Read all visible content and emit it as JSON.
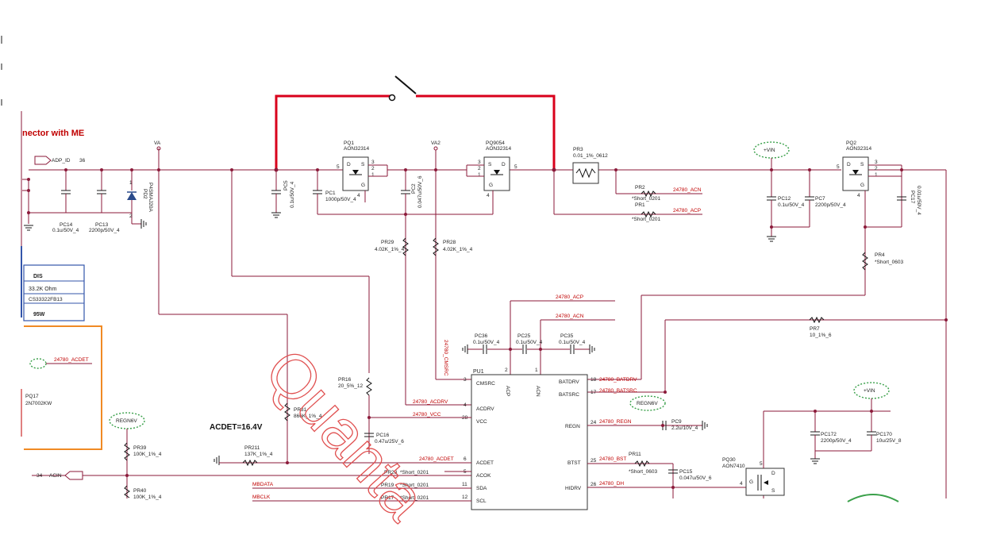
{
  "header": {
    "connector_note": "nector with ME"
  },
  "spec_box": {
    "title": "DIS",
    "resistor": "33.2K Ohm",
    "part": "CS33322FB13",
    "watt": "95W"
  },
  "acdet_note": "ACDET=16.4V",
  "watermark": "Quanta",
  "nets": {
    "va": "VA",
    "va2": "VA2",
    "vin": "+VIN",
    "regn": "REGN6V",
    "adp_id": "ADP_ID",
    "acin": "ACIN",
    "pin36": "36",
    "pin34": "34",
    "acn": "24780_ACN",
    "acp": "24780_ACP",
    "cmsrc": "24780_CMSRC",
    "acdrv": "24780_ACDRV",
    "vcc": "24780_VCC",
    "acdet": "24780_ACDET",
    "acdet_small": "24780_ACDET",
    "batdrv": "24780_BATDRV",
    "batsrc": "24780_BATSRC",
    "regn_net": "24780_REGN",
    "bst": "24780_BST",
    "dh": "24780_DH",
    "mbdata": "MBDATA",
    "mbclk": "MBCLK"
  },
  "parts": {
    "pq1": {
      "ref": "PQ1",
      "val": "AON32314"
    },
    "pq9054": {
      "ref": "PQ9054",
      "val": "AON32314"
    },
    "pq2": {
      "ref": "PQ2",
      "val": "AON32314"
    },
    "pq17": {
      "ref": "PQ17",
      "val": "2N7002KW"
    },
    "pq30": {
      "ref": "PQ30",
      "val": "AON7410"
    },
    "pr3": {
      "ref": "PR3",
      "val": "0.01_1%_0612"
    },
    "pr2": {
      "ref": "PR2",
      "val": "*Short_0201"
    },
    "pr1": {
      "ref": "PR1",
      "val": "*Short_0201"
    },
    "pr29": {
      "ref": "PR29",
      "val": "4.02K_1%_4"
    },
    "pr28": {
      "ref": "PR28",
      "val": "4.02K_1%_4"
    },
    "pr4": {
      "ref": "PR4",
      "val": "*Short_0603"
    },
    "pr7": {
      "ref": "PR7",
      "val": "10_1%_6"
    },
    "pr16": {
      "ref": "PR16",
      "val": "20_5%_12"
    },
    "pr31": {
      "ref": "PR31",
      "val": "866K_1%_4"
    },
    "pr211": {
      "ref": "PR211",
      "val": "137K_1%_4"
    },
    "pr39": {
      "ref": "PR39",
      "val": "100K_1%_4"
    },
    "pr40": {
      "ref": "PR40",
      "val": "100K_1%_4"
    },
    "pr20": {
      "ref": "PR20",
      "val": "*Short_0201"
    },
    "pr19": {
      "ref": "PR19",
      "val": "*Short_0201"
    },
    "pr17": {
      "ref": "PR17",
      "val": "*Short_0201"
    },
    "pr11": {
      "ref": "PR11",
      "val": "*Short_0603"
    },
    "pc14": {
      "ref": "PC14",
      "val": "0.1u/50V_4"
    },
    "pc13": {
      "ref": "PC13",
      "val": "2200p/50V_4"
    },
    "pc5": {
      "ref": "PC5",
      "val": "0.1u/50V_4"
    },
    "pc1": {
      "ref": "PC1",
      "val": "1000p/50V_4"
    },
    "pc2": {
      "ref": "PC2",
      "val": "0.047u/50V_6"
    },
    "pc12": {
      "ref": "PC12",
      "val": "0.1u/50V_4"
    },
    "pc7": {
      "ref": "PC7",
      "val": "2200p/50V_4"
    },
    "pc17": {
      "ref": "PC17",
      "val": "0.01u/50V_4"
    },
    "pc36": {
      "ref": "PC36",
      "val": "0.1u/50V_4"
    },
    "pc25": {
      "ref": "PC25",
      "val": "0.1u/50V_4"
    },
    "pc35": {
      "ref": "PC35",
      "val": "0.1u/50V_4"
    },
    "pc16": {
      "ref": "PC16",
      "val": "0.47u/25V_6"
    },
    "pc9": {
      "ref": "PC9",
      "val": "2.2u/10V_4"
    },
    "pc15": {
      "ref": "PC15",
      "val": "0.047u/50V_6"
    },
    "pc172": {
      "ref": "PC172",
      "val": "2200p/50V_4"
    },
    "pc170": {
      "ref": "PC170",
      "val": "10u/25V_8"
    },
    "pd2": {
      "ref": "PD2",
      "val": "P4SMAJ20A"
    }
  },
  "ic": {
    "ref": "PU1",
    "pins_left": [
      {
        "name": "CMSRC",
        "num": "3"
      },
      {
        "name": "ACDRV",
        "num": "4"
      },
      {
        "name": "VCC",
        "num": "28"
      },
      {
        "name": "ACDET",
        "num": "6"
      },
      {
        "name": "ACOK",
        "num": "5"
      },
      {
        "name": "SDA",
        "num": "11"
      },
      {
        "name": "SCL",
        "num": "12"
      }
    ],
    "pins_top": [
      {
        "name": "ACP",
        "num": "2"
      },
      {
        "name": "ACN",
        "num": "1"
      }
    ],
    "pins_right": [
      {
        "name": "BATDRV",
        "num": "18"
      },
      {
        "name": "BATSRC",
        "num": "17"
      },
      {
        "name": "REGN",
        "num": "24"
      },
      {
        "name": "BTST",
        "num": "25"
      },
      {
        "name": "HIDRV",
        "num": "26"
      }
    ]
  },
  "pin_numbers": {
    "pq1": [
      "5",
      "3",
      "2",
      "1",
      "4"
    ],
    "pq9054": [
      "3",
      "2",
      "1",
      "5",
      "4"
    ],
    "pq2": [
      "5",
      "3",
      "2",
      "1",
      "4"
    ],
    "pq30": [
      "5",
      "4"
    ],
    "pd2": [
      "1",
      "2"
    ]
  },
  "fet_pins": {
    "d": "D",
    "s": "S",
    "g": "G"
  }
}
